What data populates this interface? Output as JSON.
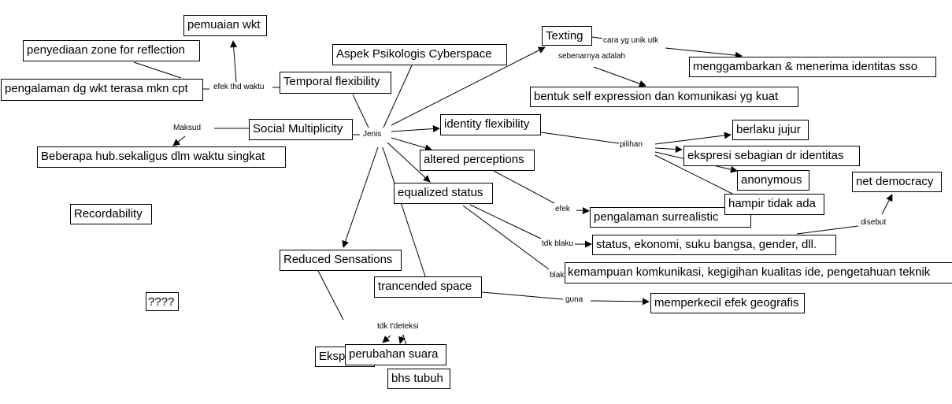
{
  "nodes": {
    "pemuaian": "pemuaian wkt",
    "penyediaan": "penyediaan zone for reflection",
    "pengalaman_wkt": "pengalaman dg wkt terasa mkn cpt",
    "aspek": "Aspek Psikologis Cyberspace",
    "temporal": "Temporal flexibility",
    "social": "Social Multiplicity",
    "beberapa": "Beberapa hub.sekaligus dlm waktu singkat",
    "recordability": "Recordability",
    "unknown": "????",
    "texting": "Texting",
    "menggambarkan": "menggambarkan & menerima identitas sso",
    "bentuk": "bentuk self expression dan komunikasi yg kuat",
    "identity": "identity flexibility",
    "altered": "altered perceptions",
    "equalized": "equalized status",
    "berlaku": "berlaku jujur",
    "ekspresi": "ekspresi sebagian dr identitas",
    "anonymous": "anonymous",
    "net": "net democracy",
    "hampir": "hampir tidak ada",
    "surreal": "pengalaman surrealistic",
    "status": "status, ekonomi, suku bangsa, gender, dll.",
    "kemampuan": "kemampuan komkunikasi, kegigihan kualitas ide, pengetahuan teknik",
    "reduced": "Reduced Sensations",
    "trancended": "trancended space",
    "memperkecil": "memperkecil efek geografis",
    "eksp": "Eksp",
    "perubahan": "perubahan suara",
    "bhs": "bhs tubuh"
  },
  "links": {
    "efek_waktu": "efek thd waktu",
    "maksud": "Maksud",
    "jenis": "Jenis",
    "cara": "cara yg unik utk",
    "sebenarnya": "sebenarnya adalah",
    "pilihan": "pilihan",
    "efek": "efek",
    "tdk_blaku": "tdk blaku",
    "blak": "blak",
    "disebut": "disebut",
    "guna": "guna",
    "tdk_tdeteksi": "tdk t'deteksi"
  }
}
